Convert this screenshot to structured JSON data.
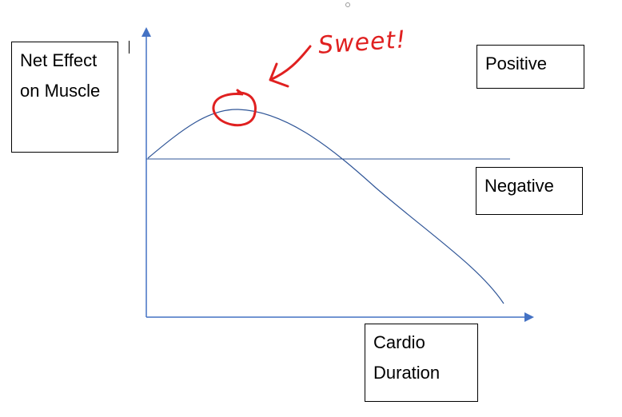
{
  "labels": {
    "y_axis": "Net Effect on Muscle",
    "positive": "Positive",
    "negative": "Negative",
    "x_axis": "Cardio Duration",
    "annotation": "Sweet!"
  },
  "colors": {
    "axis": "#4472c4",
    "curve": "#2f5597",
    "annotation": "#e02020"
  }
}
